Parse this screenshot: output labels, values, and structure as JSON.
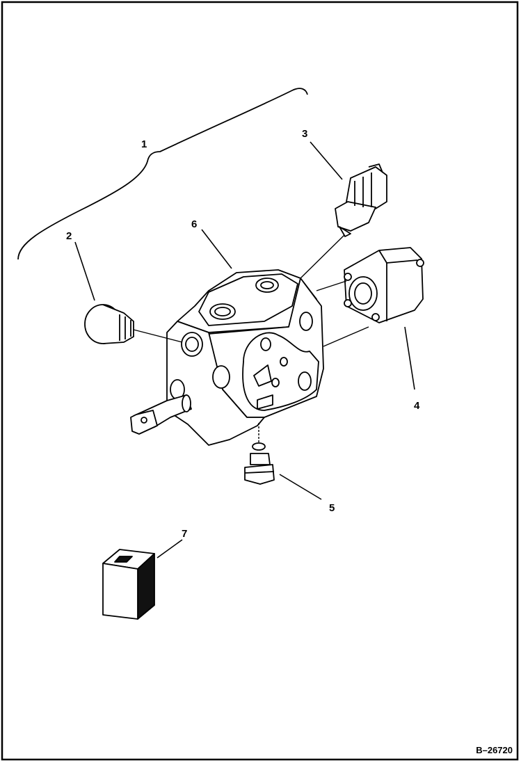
{
  "diagram": {
    "callouts": {
      "c1": "1",
      "c2": "2",
      "c3": "3",
      "c4": "4",
      "c5": "5",
      "c6": "6",
      "c7": "7"
    },
    "figure_id": "B–26720"
  }
}
